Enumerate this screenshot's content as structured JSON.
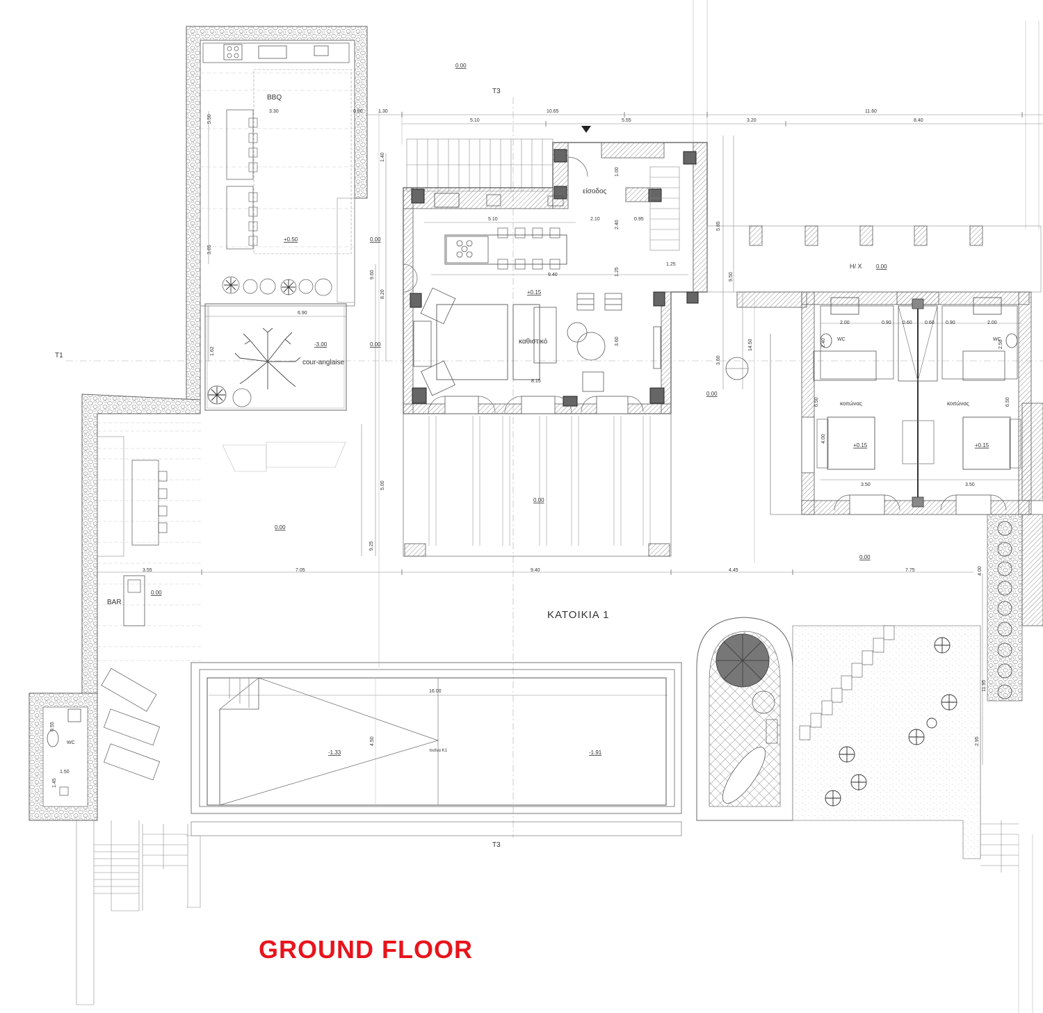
{
  "title": "GROUND FLOOR",
  "main_label": "ΚΑΤΟΙΚΙΑ 1",
  "colors": {
    "title": "#e8141c",
    "line": "#555555",
    "hatch": "#888888",
    "stone": "#999999"
  },
  "axes": {
    "t1": "T1",
    "t3_top": "T3",
    "t3_bottom": "T3"
  },
  "rooms": {
    "bbq": "BBQ",
    "entrance": "είσοδος",
    "living": "καθιστικό",
    "cour": "cour-anglaise",
    "bar": "BAR",
    "wc_left": "WC",
    "wc_r1": "WC",
    "wc_r2": "WC",
    "bedroom1": "κοιτώνας",
    "bedroom2": "κοιτώνας",
    "hx": "H/ X",
    "pool": "πισίνα Κ1"
  },
  "levels": {
    "top": "0.00",
    "bbq": "+0.50",
    "bbq_side": "0.00",
    "living": "+0.15",
    "cour": "-3.00",
    "cour_side": "0.00",
    "terrace": "0.00",
    "bar": "0.00",
    "porch": "0.00",
    "side_yard": "0.00",
    "hx": "0.00",
    "bed1": "+0.15",
    "bed2": "+0.15",
    "right_bottom": "0.00",
    "pool_shallow": "-1.33",
    "pool_deep": "-1.91"
  },
  "dims": {
    "d_130": "1.30",
    "d_1065": "10.65",
    "d_1160": "11.60",
    "d_510a": "5.10",
    "d_555": "5.55",
    "d_320": "3.20",
    "d_840": "8.40",
    "d_550": "5.50",
    "d_330": "3.30",
    "d_085": "0.80",
    "d_140": "1.40",
    "d_100": "1.00",
    "d_510b": "5.10",
    "d_210": "2.10",
    "d_240": "2.40",
    "d_095": "0.95",
    "d_585": "5.85",
    "d_125a": "1.25",
    "d_940a": "9.40",
    "d_125b": "1.25",
    "d_960": "9.60",
    "d_820": "8.20",
    "d_950": "9.50",
    "d_1450": "14.50",
    "d_365": "3.65",
    "d_690": "6.90",
    "d_162": "1.62",
    "d_360a": "3.60",
    "d_360b": "3.60",
    "d_815": "8.15",
    "d_200a": "2.00",
    "d_090a": "0.90",
    "d_060a": "0.60",
    "d_060b": "0.60",
    "d_090b": "0.90",
    "d_200b": "2.00",
    "d_240r": "2.40",
    "d_250r": "2.50",
    "d_650a": "6.50",
    "d_650b": "6.50",
    "d_400a": "4.00",
    "d_350a": "3.50",
    "d_350b": "3.50",
    "d_500": "5.00",
    "d_925": "9.25",
    "d_705": "7.05",
    "d_940b": "9.40",
    "d_445": "4.45",
    "d_775": "7.75",
    "d_400b": "4.00",
    "d_355": "3.55",
    "d_1600": "16.00",
    "d_450": "4.50",
    "d_1195": "11.95",
    "d_295": "2.95",
    "d_150": "1.50",
    "d_145": "1.45",
    "d_055": "0.55"
  }
}
